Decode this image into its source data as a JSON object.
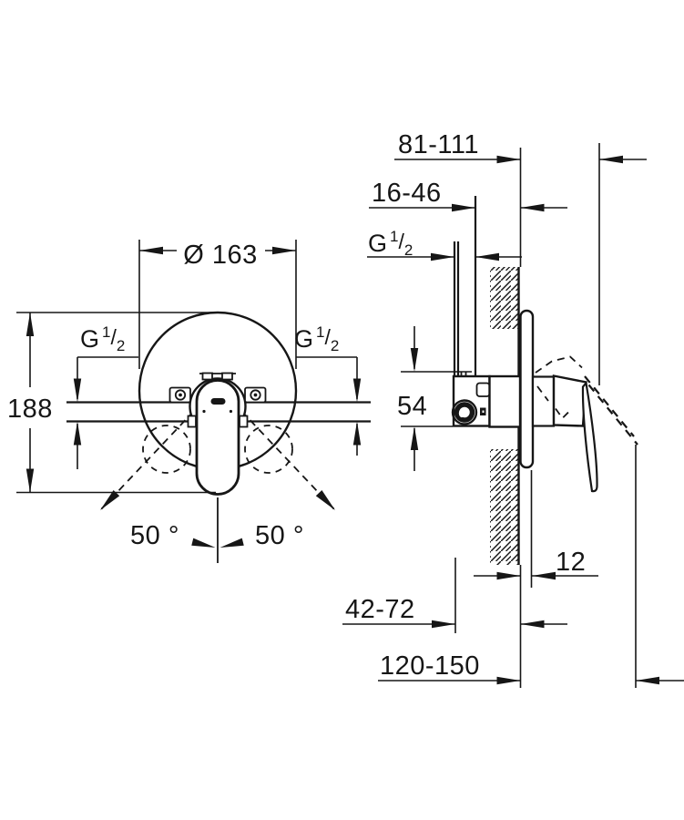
{
  "drawing": {
    "front": {
      "diameter": "Ø 163",
      "height": "188",
      "angle_left": "50 °",
      "angle_right": "50 °"
    },
    "side": {
      "distance_front": "81-111",
      "wall_depth": "16-46",
      "body_height": "54",
      "plate_depth": "12",
      "install_depth": "42-72",
      "projection": "120-150"
    },
    "thread": {
      "g": "G",
      "num": "1",
      "slash": "/",
      "den": "2"
    }
  }
}
